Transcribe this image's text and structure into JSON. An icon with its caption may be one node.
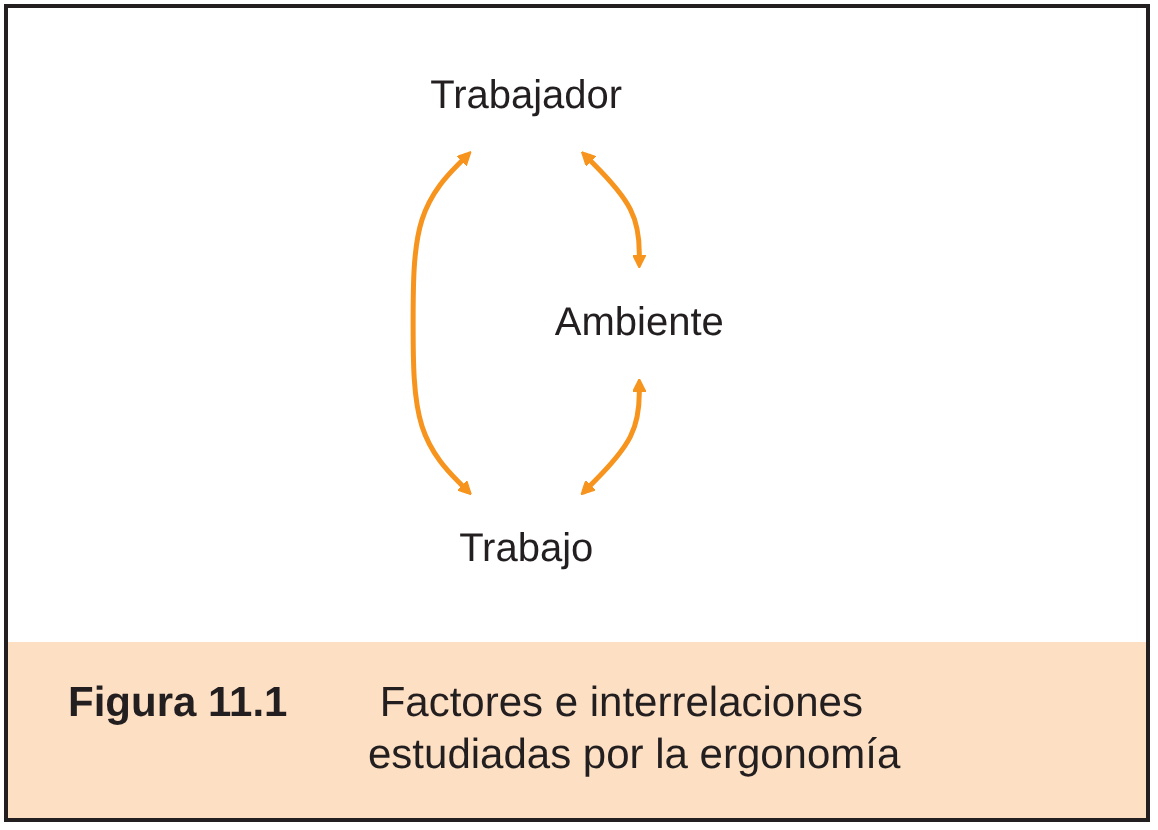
{
  "diagram": {
    "caption": "**Figura 11.1** Factores e interrelaciones estudiadas por la ergonomía",
    "nodes": [
      {
        "text": [
          "Trabajador"
        ]
      },
      {
        "text": [
          "Ambiente"
        ]
      },
      {
        "text": [
          "Trabajo"
        ]
      }
    ],
    "edges": [
      {
        "from": 0,
        "to": 1,
        "arrow": "both"
      },
      {
        "from": 0,
        "to": 2,
        "arrow": "both"
      },
      {
        "from": 1,
        "to": 2,
        "arrow": "both"
      }
    ]
  }
}
